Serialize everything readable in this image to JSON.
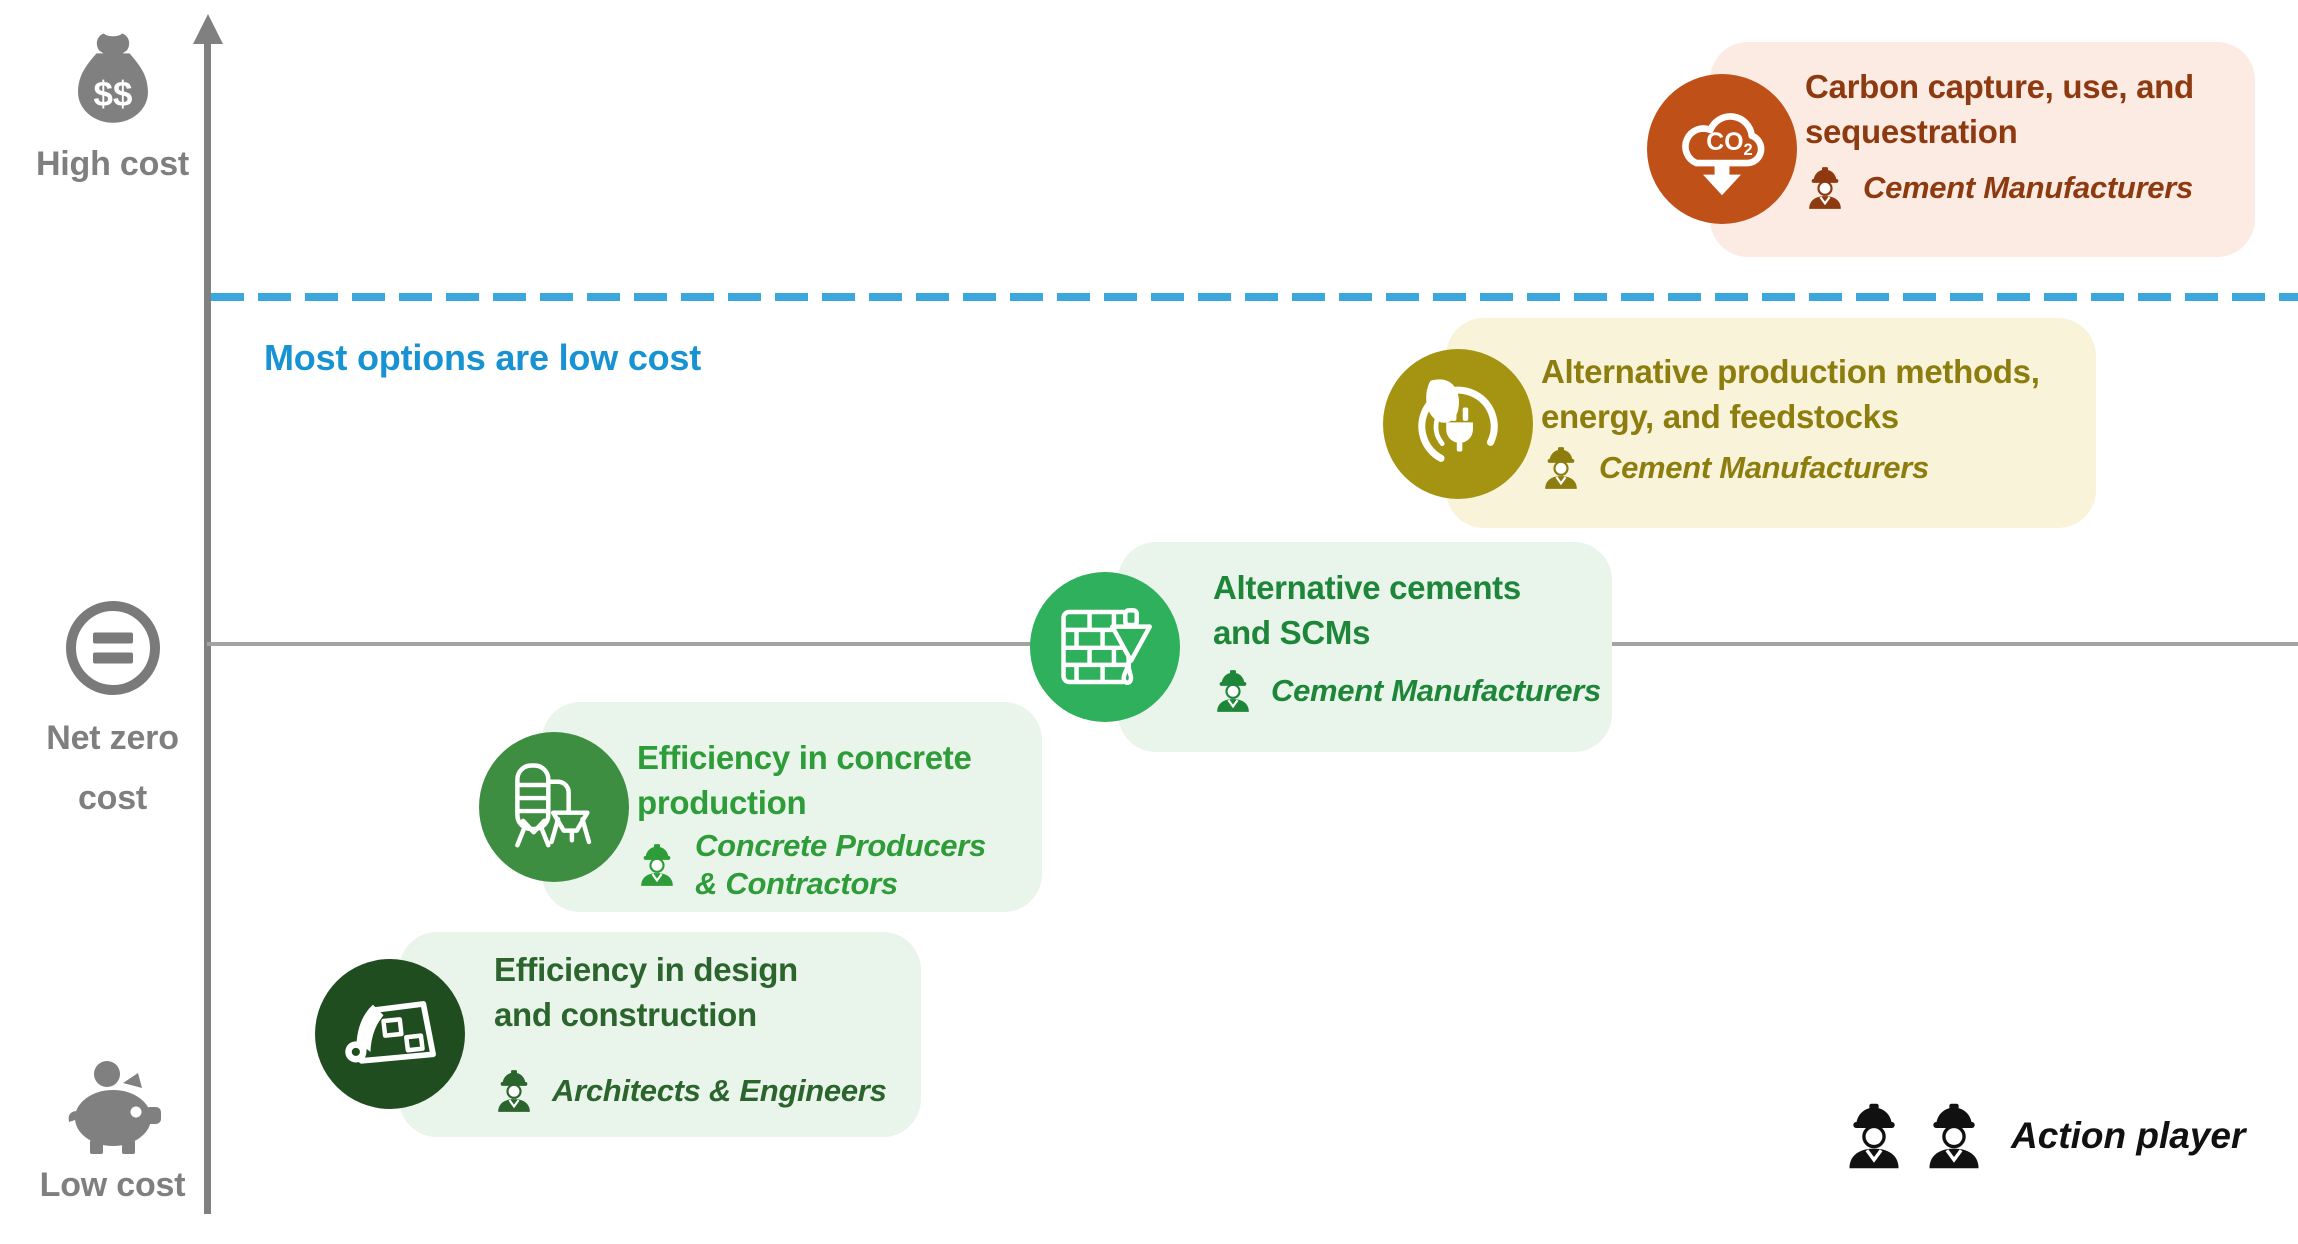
{
  "axis": {
    "high_cost_label": "High cost",
    "net_zero_line1": "Net zero",
    "net_zero_line2": "cost",
    "low_cost_label": "Low cost",
    "annotation": "Most options are low cost",
    "colors": {
      "axis_gray": "#808080",
      "line_gray": "#A3A3A3",
      "dashed_blue": "#3BA7DD",
      "annotation_blue": "#1792D2",
      "label_gray": "#7F7F7F"
    },
    "icons": {
      "high": "money-bag-icon",
      "net_zero": "equals-circle-icon",
      "low": "piggy-bank-icon"
    }
  },
  "cards": [
    {
      "id": "carbon-capture",
      "title_line1": "Carbon capture, use, and",
      "title_line2": "sequestration",
      "role_line1": "Cement Manufacturers",
      "icon": "co2-cloud-arrow-icon",
      "colors": {
        "bg": "#FCEBE2",
        "icon_bg": "#BF5018",
        "text": "#8E3A10"
      }
    },
    {
      "id": "alternative-production",
      "title_line1": "Alternative production methods,",
      "title_line2": "energy, and feedstocks",
      "role_line1": "Cement Manufacturers",
      "icon": "leaf-plug-icon",
      "colors": {
        "bg": "#F8F3D9",
        "icon_bg": "#A59312",
        "text": "#8D7D0E"
      }
    },
    {
      "id": "alternative-cements",
      "title_line1": "Alternative cements",
      "title_line2": "and SCMs",
      "role_line1": "Cement Manufacturers",
      "icon": "brick-trowel-icon",
      "colors": {
        "bg": "#E9F4EB",
        "icon_bg": "#2FB05C",
        "text": "#1E8638"
      }
    },
    {
      "id": "concrete-production",
      "title_line1": "Efficiency in concrete",
      "title_line2": "production",
      "role_line1": "Concrete Producers",
      "role_line2": "& Contractors",
      "icon": "silo-hopper-icon",
      "colors": {
        "bg": "#E9F4EB",
        "icon_bg": "#3E8E41",
        "text": "#2E9C38"
      }
    },
    {
      "id": "design-construction",
      "title_line1": "Efficiency in design",
      "title_line2": "and construction",
      "role_line1": "Architects & Engineers",
      "icon": "blueprint-icon",
      "colors": {
        "bg": "#E9F4EB",
        "icon_bg": "#1F4D1F",
        "text": "#2B642D"
      }
    }
  ],
  "legend": {
    "label": "Action player",
    "icon": "worker-icon"
  }
}
